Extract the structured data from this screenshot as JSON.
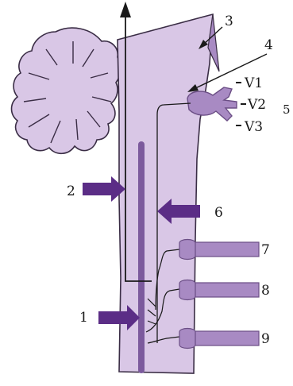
{
  "labels": {
    "n1": "1",
    "n2": "2",
    "n3": "3",
    "n4": "4",
    "n5": "5",
    "n6": "6",
    "n7": "7",
    "n8": "8",
    "n9": "9",
    "v1": "V1",
    "v2": "V2",
    "v3": "V3"
  },
  "colors": {
    "brainstem_fill": "#d9c7e6",
    "brainstem_stroke": "#3a2d45",
    "nerve_fill": "#a88ac3",
    "nerve_stroke": "#6b4e85",
    "tract": "#7c5a9d",
    "arrow": "#5b2d86",
    "line": "#1a1a1a"
  }
}
